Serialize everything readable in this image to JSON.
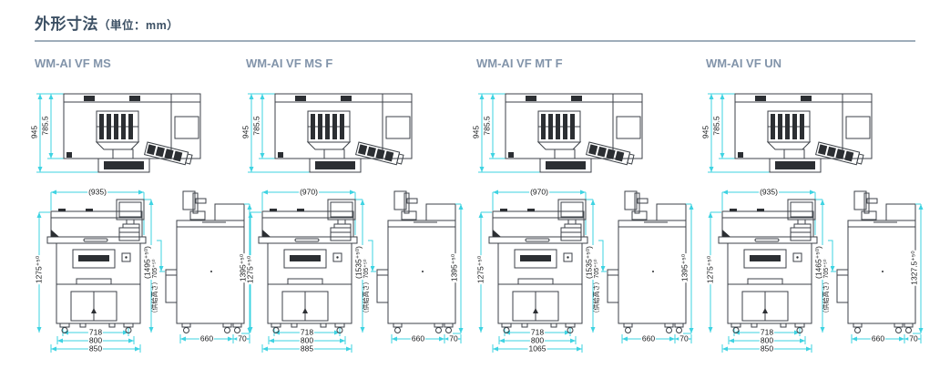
{
  "page": {
    "title": "外形寸法",
    "unit": "（単位：mm）"
  },
  "machines": [
    {
      "name": "WM-AI VF MS",
      "top": {
        "overall_depth": "945",
        "body_depth": "785.5"
      },
      "front": {
        "overall_width": "(935)",
        "body_height": "1275⁺⁵⁰",
        "overall_height": "(1495⁺⁵⁰)",
        "supply_height": "（供給高さ）705⁺⁵⁰",
        "base_widths": [
          "718",
          "800",
          "850"
        ]
      },
      "side": {
        "overall_height": "1395⁺⁵⁰",
        "depth": "660",
        "rear_clearance": "70"
      }
    },
    {
      "name": "WM-AI VF MS F",
      "top": {
        "overall_depth": "945",
        "body_depth": "785.5"
      },
      "front": {
        "overall_width": "(970)",
        "body_height": "1275⁺⁵⁰",
        "overall_height": "(1535⁺⁵⁰)",
        "supply_height": "（供給高さ）705⁺⁵⁰",
        "base_widths": [
          "718",
          "800",
          "885"
        ]
      },
      "side": {
        "overall_height": "1395⁺⁵⁰",
        "depth": "660",
        "rear_clearance": "70"
      }
    },
    {
      "name": "WM-AI VF MT F",
      "top": {
        "overall_depth": "945",
        "body_depth": "785.5"
      },
      "front": {
        "overall_width": "(970)",
        "body_height": "1275⁺⁵⁰",
        "overall_height": "(1535⁺⁵⁰)",
        "supply_height": "（供給高さ）705⁺⁵⁰",
        "base_widths": [
          "718",
          "800",
          "1065"
        ]
      },
      "side": {
        "overall_height": "1395⁺⁵⁰",
        "depth": "660",
        "rear_clearance": "70"
      }
    },
    {
      "name": "WM-AI VF UN",
      "top": {
        "overall_depth": "945",
        "body_depth": "785.5"
      },
      "front": {
        "overall_width": "(935)",
        "body_height": "1275⁺⁵⁰",
        "overall_height": "(1465⁺⁵⁰)",
        "supply_height": "（供給高さ）705⁺⁵⁰",
        "base_widths": [
          "718",
          "800",
          "850"
        ]
      },
      "side": {
        "overall_height": "1327.5⁺⁵⁰",
        "depth": "660",
        "rear_clearance": "70"
      }
    }
  ]
}
